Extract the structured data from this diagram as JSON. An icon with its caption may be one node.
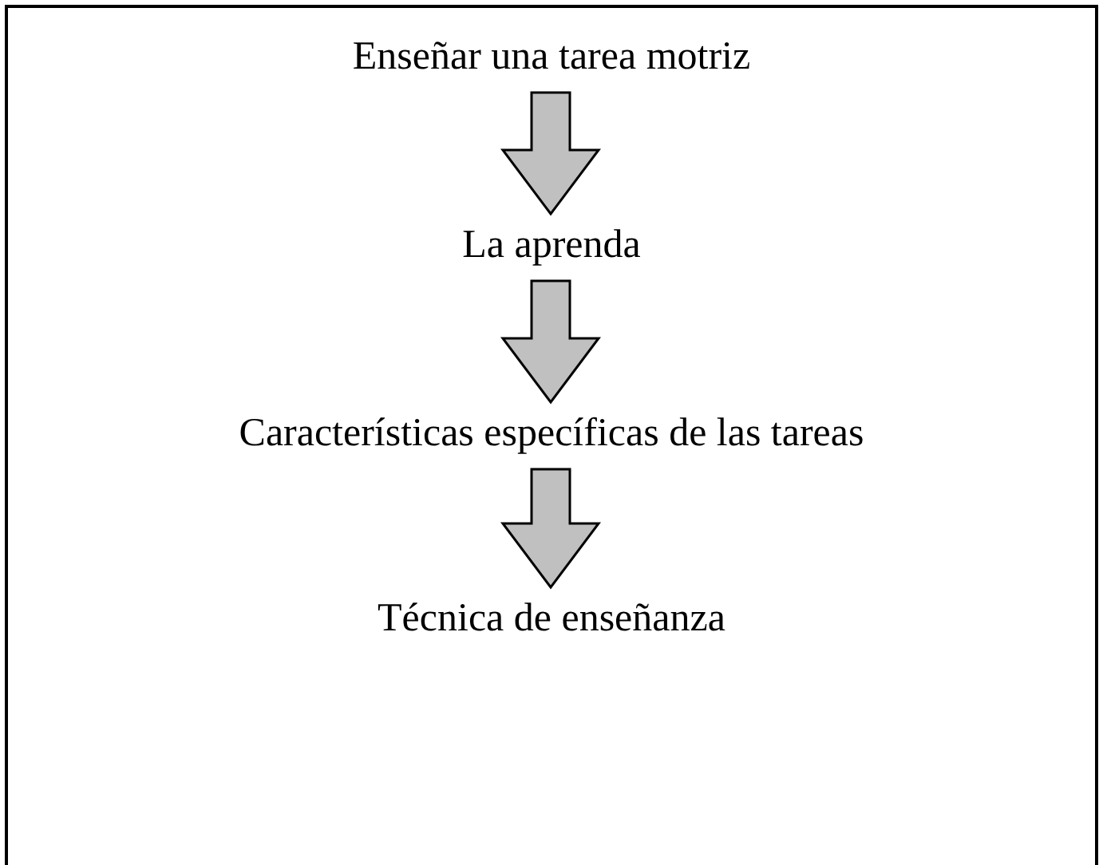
{
  "diagram": {
    "nodes": [
      {
        "text": [
          "Enseñar una tarea motriz"
        ]
      },
      {
        "text": [
          "La aprenda"
        ]
      },
      {
        "text": [
          "Características específicas de las tareas"
        ]
      },
      {
        "text": [
          "Técnica de enseñanza"
        ]
      }
    ],
    "edges": [
      {
        "from": 0,
        "to": 1,
        "arrow": "to"
      },
      {
        "from": 1,
        "to": 2,
        "arrow": "to"
      },
      {
        "from": 2,
        "to": 3,
        "arrow": "to"
      }
    ]
  }
}
